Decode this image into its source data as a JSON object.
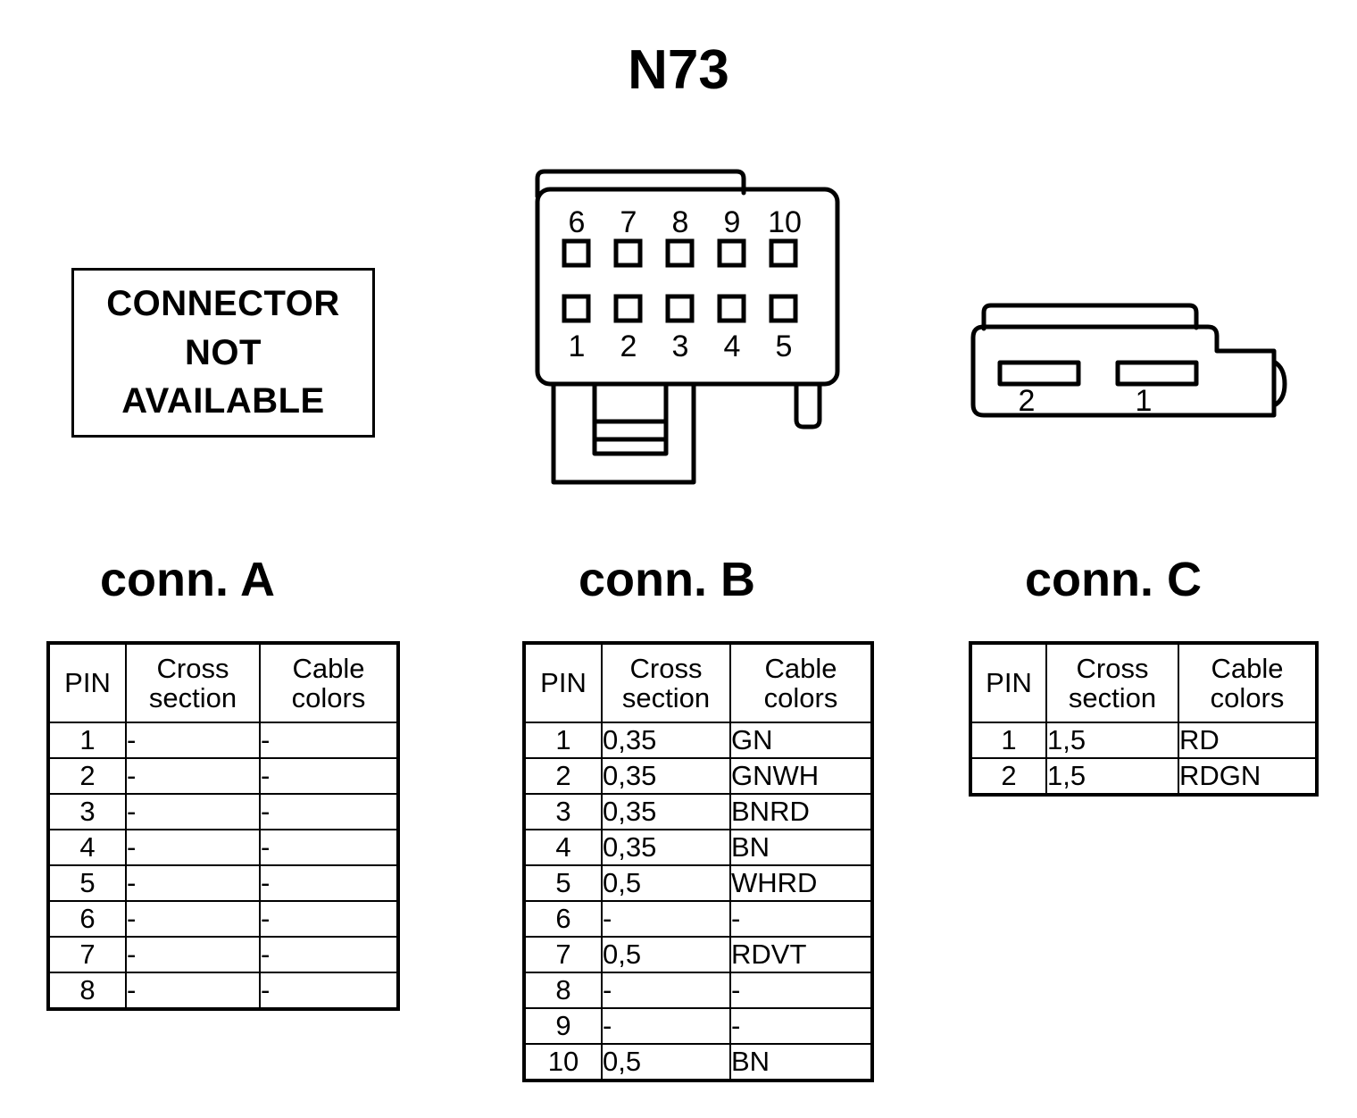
{
  "title": "N73",
  "not_available_box": {
    "lines": [
      "CONNECTOR",
      "NOT",
      "AVAILABLE"
    ]
  },
  "headings": {
    "conn_a": "conn. A",
    "conn_b": "conn. B",
    "conn_c": "conn. C"
  },
  "connector_b_drawing": {
    "top_row_labels": [
      "6",
      "7",
      "8",
      "9",
      "10"
    ],
    "bottom_row_labels": [
      "1",
      "2",
      "3",
      "4",
      "5"
    ]
  },
  "connector_c_drawing": {
    "slot_labels": [
      "2",
      "1"
    ]
  },
  "table_headers": {
    "pin": "PIN",
    "cross_line1": "Cross",
    "cross_line2": "section",
    "cable_line1": "Cable",
    "cable_line2": "colors"
  },
  "tables": {
    "conn_a": {
      "rows": [
        {
          "pin": "1",
          "cross_section": "-",
          "cable_colors": "-"
        },
        {
          "pin": "2",
          "cross_section": "-",
          "cable_colors": "-"
        },
        {
          "pin": "3",
          "cross_section": "-",
          "cable_colors": "-"
        },
        {
          "pin": "4",
          "cross_section": "-",
          "cable_colors": "-"
        },
        {
          "pin": "5",
          "cross_section": "-",
          "cable_colors": "-"
        },
        {
          "pin": "6",
          "cross_section": "-",
          "cable_colors": "-"
        },
        {
          "pin": "7",
          "cross_section": "-",
          "cable_colors": "-"
        },
        {
          "pin": "8",
          "cross_section": "-",
          "cable_colors": "-"
        }
      ]
    },
    "conn_b": {
      "rows": [
        {
          "pin": "1",
          "cross_section": "0,35",
          "cable_colors": "GN"
        },
        {
          "pin": "2",
          "cross_section": "0,35",
          "cable_colors": "GNWH"
        },
        {
          "pin": "3",
          "cross_section": "0,35",
          "cable_colors": "BNRD"
        },
        {
          "pin": "4",
          "cross_section": "0,35",
          "cable_colors": "BN"
        },
        {
          "pin": "5",
          "cross_section": "0,5",
          "cable_colors": "WHRD"
        },
        {
          "pin": "6",
          "cross_section": "-",
          "cable_colors": "-"
        },
        {
          "pin": "7",
          "cross_section": "0,5",
          "cable_colors": "RDVT"
        },
        {
          "pin": "8",
          "cross_section": "-",
          "cable_colors": "-"
        },
        {
          "pin": "9",
          "cross_section": "-",
          "cable_colors": "-"
        },
        {
          "pin": "10",
          "cross_section": "0,5",
          "cable_colors": "BN"
        }
      ]
    },
    "conn_c": {
      "rows": [
        {
          "pin": "1",
          "cross_section": "1,5",
          "cable_colors": "RD"
        },
        {
          "pin": "2",
          "cross_section": "1,5",
          "cable_colors": "RDGN"
        }
      ]
    }
  },
  "colors": {
    "line": "#000000",
    "background": "#ffffff"
  }
}
